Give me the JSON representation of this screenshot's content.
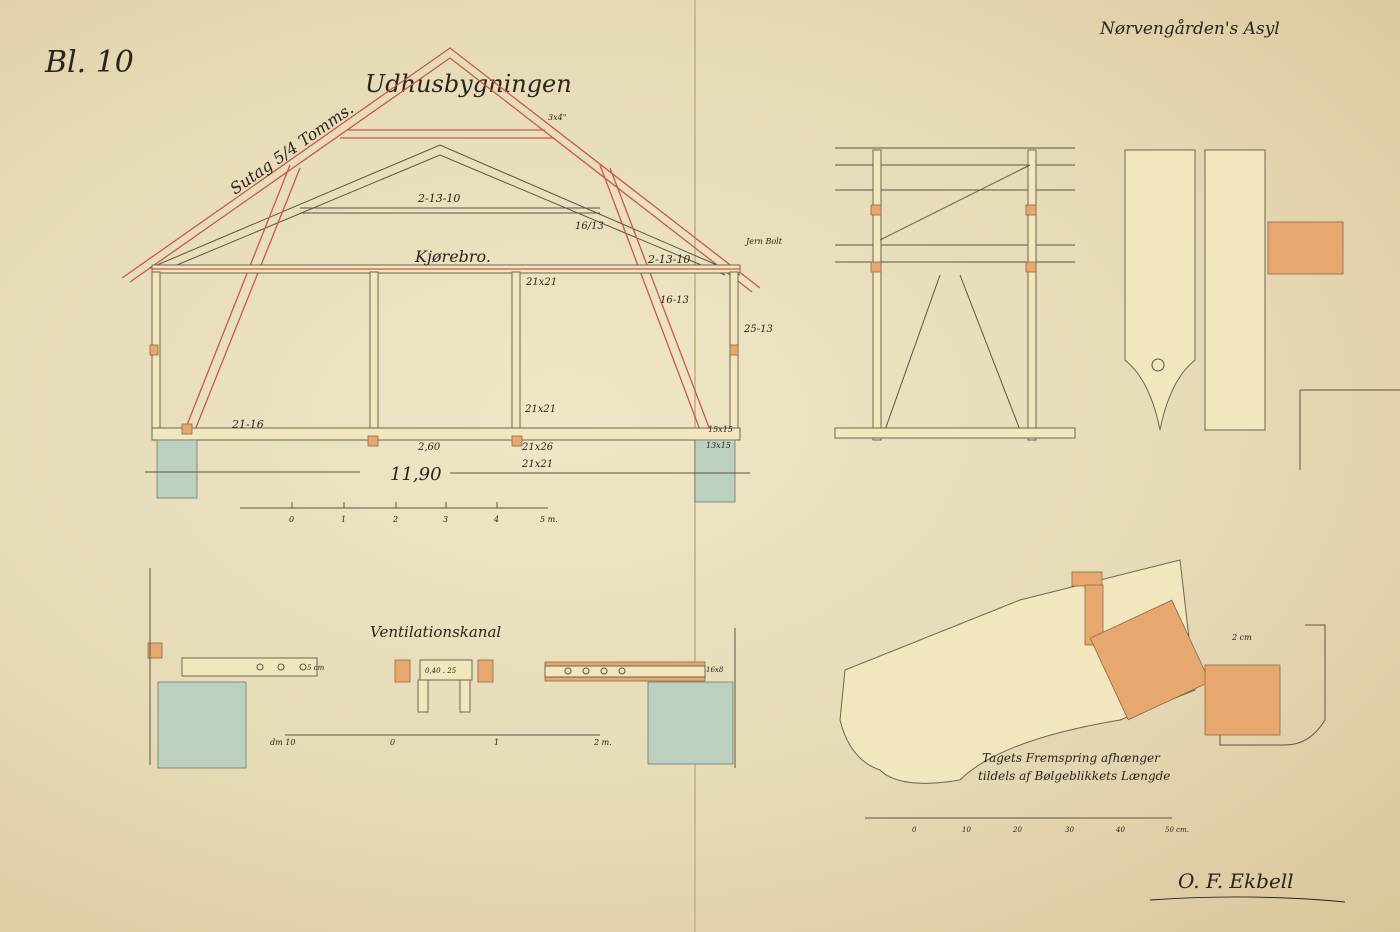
{
  "sheet_number": "Bl. 10",
  "project": "Nørvengården's Asyl",
  "main_title": "Udhusbygningen",
  "roof_label": "Sutag 5/4 Tomms.",
  "dims": {
    "rafter_top": "3x4\"",
    "collar_beam": "2-13-10",
    "strut": "16/13",
    "bolt": "Jern Bolt",
    "tie_beam_right": "2-13-10",
    "post_top": "21x21",
    "brace": "16-13",
    "wall_post": "25-13",
    "sill": "21-16",
    "post_mid": "21x21",
    "span_part": "2,60",
    "beam_low": "21x26",
    "post_low": "21x21",
    "corner": "15x15",
    "corner2": "13x15",
    "span_total": "11,90"
  },
  "driveway_label": "Kjørebro.",
  "scale_main": {
    "ticks": [
      "0",
      "1",
      "2",
      "3",
      "4",
      "5 m."
    ]
  },
  "ventilation": {
    "title": "Ventilationskanal",
    "hole_label": "5 cm",
    "duct_label": "0,40 . 25",
    "corner_label": "16x8",
    "scale_ticks": [
      "dm 10",
      "0",
      "1",
      "2 m."
    ]
  },
  "eaves_note": {
    "line1": "Tagets Fremspring afhænger",
    "line2": "tildels af Bølgeblikkets Længde",
    "bolt_label": "2 cm",
    "scale_ticks": [
      "0",
      "10",
      "20",
      "30",
      "40",
      "50 cm."
    ]
  },
  "signature": "O. F. Ekbell"
}
